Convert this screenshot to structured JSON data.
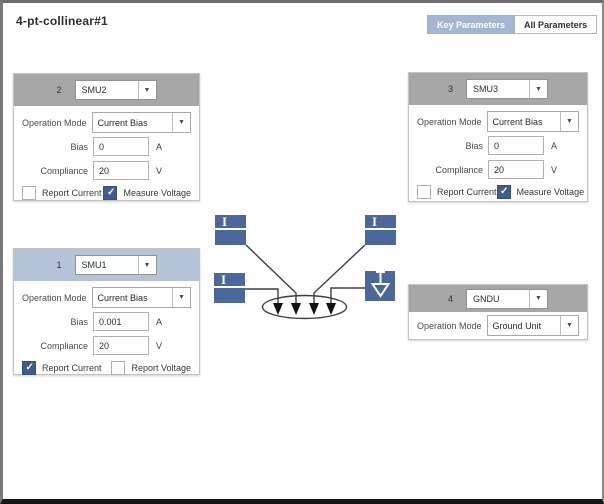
{
  "header": {
    "title": "4-pt-collinear#1",
    "key_parameters_label": "Key Parameters",
    "all_parameters_label": "All Parameters"
  },
  "panels": [
    {
      "number": "2",
      "instrument": "SMU2",
      "operation_mode_label": "Operation Mode",
      "operation_mode": "Current Bias",
      "bias_label": "Bias",
      "bias_value": "0",
      "bias_unit": "A",
      "compliance_label": "Compliance",
      "compliance_value": "20",
      "compliance_unit": "V",
      "check1_label": "Report Current",
      "check1_checked": false,
      "check2_label": "Measure Voltage",
      "check2_checked": true
    },
    {
      "number": "3",
      "instrument": "SMU3",
      "operation_mode_label": "Operation Mode",
      "operation_mode": "Current Bias",
      "bias_label": "Bias",
      "bias_value": "0",
      "bias_unit": "A",
      "compliance_label": "Compliance",
      "compliance_value": "20",
      "compliance_unit": "V",
      "check1_label": "Report Current",
      "check1_checked": false,
      "check2_label": "Measure Voltage",
      "check2_checked": true
    },
    {
      "number": "1",
      "instrument": "SMU1",
      "operation_mode_label": "Operation Mode",
      "operation_mode": "Current Bias",
      "bias_label": "Bias",
      "bias_value": "0.001",
      "bias_unit": "A",
      "compliance_label": "Compliance",
      "compliance_value": "20",
      "compliance_unit": "V",
      "check1_label": "Report Current",
      "check1_checked": true,
      "check2_label": "Report Voltage",
      "check2_checked": false
    },
    {
      "number": "4",
      "instrument": "GNDU",
      "operation_mode_label": "Operation Mode",
      "operation_mode": "Ground Unit"
    }
  ],
  "diagram": {
    "terminals": [
      {
        "label": "I"
      },
      {
        "label": "I"
      },
      {
        "label": "I"
      }
    ],
    "ground_terminal": "ground-symbol"
  },
  "icons": {
    "dropdown_arrow": "▼",
    "check": "✓"
  },
  "colors": {
    "header_gray": "#a7a7a7",
    "header_selected_blue": "#b4c3d8",
    "terminal_blue": "#4a689c",
    "checkbox_checked_blue": "#3e5c8d",
    "key_button_blue": "#a2b8d2"
  }
}
